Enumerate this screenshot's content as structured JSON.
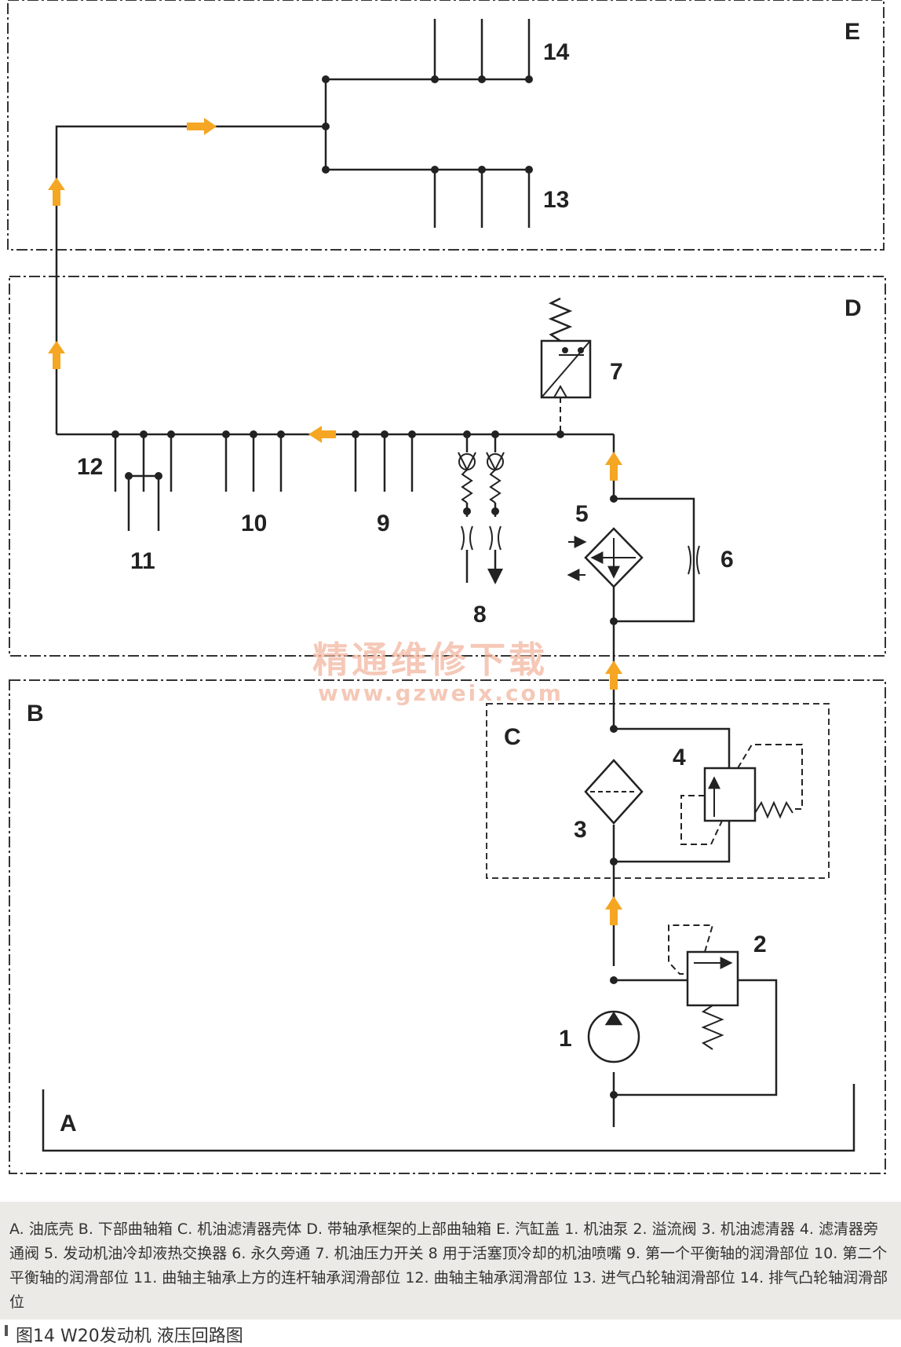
{
  "zones": {
    "A": "A",
    "B": "B",
    "C": "C",
    "D": "D",
    "E": "E"
  },
  "items": {
    "n1": "1",
    "n2": "2",
    "n3": "3",
    "n4": "4",
    "n5": "5",
    "n6": "6",
    "n7": "7",
    "n8": "8",
    "n9": "9",
    "n10": "10",
    "n11": "11",
    "n12": "12",
    "n13": "13",
    "n14": "14"
  },
  "watermark": {
    "cn": "精通维修下载",
    "url": "www.gzweix.com"
  },
  "caption": "A. 油底壳 B. 下部曲轴箱 C. 机油滤清器壳体 D. 带轴承框架的上部曲轴箱 E. 汽缸盖 1. 机油泵 2. 溢流阀 3. 机油滤清器 4. 滤清器旁通阀 5. 发动机油冷却液热交换器 6. 永久旁通 7. 机油压力开关 8 用于活塞顶冷却的机油喷嘴 9. 第一个平衡轴的润滑部位 10. 第二个平衡轴的润滑部位 11. 曲轴主轴承上方的连杆轴承润滑部位 12. 曲轴主轴承润滑部位 13. 进气凸轮轴润滑部位 14. 排气凸轮轴润滑部位",
  "figure_title": "图14 W20发动机 液压回路图",
  "colors": {
    "line": "#222222",
    "arrow": "#f5a623",
    "watermark": "#f2b6a0",
    "caption_bg": "#eceae6"
  }
}
